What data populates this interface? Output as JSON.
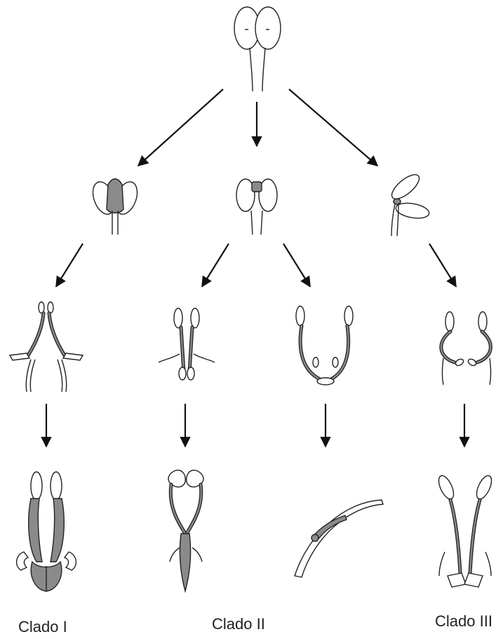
{
  "labels": {
    "clade_1": "Clado I",
    "clade_2": "Clado II",
    "clade_3": "Clado III"
  }
}
